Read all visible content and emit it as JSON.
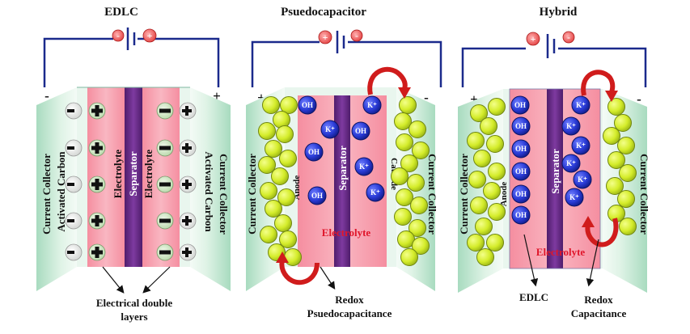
{
  "colors": {
    "wire": "#1b2a8c",
    "collector": "#c9ebd6",
    "electrolyte": "#f7a8b5",
    "separator": "#6b2a8a",
    "sphere": "#d4ec2a",
    "ion": "#2a3bd6",
    "arrow": "#d01c1c"
  },
  "panels": [
    {
      "title": "EDLC",
      "terminal_left": "-",
      "terminal_right": "+",
      "battery": [
        "-",
        "+"
      ],
      "left_collector": "Current Collector",
      "right_collector": "Current Collector",
      "left_electrode": "Activated Carbon",
      "right_electrode": "Activated Carbon",
      "left_electrolyte": "Electrolyte",
      "separator": "Separator",
      "right_electrolyte": "Electrolyte",
      "caption_lines": [
        "Electrical double",
        "layers"
      ]
    },
    {
      "title": "Psuedocapacitor",
      "terminal_left": "+",
      "terminal_right": "-",
      "battery": [
        "+",
        "-"
      ],
      "left_collector": "Current Collector",
      "right_collector": "Current Collector",
      "anode": "Anode",
      "cathode": "Cathode",
      "separator": "Separator",
      "electrolyte": "Electrolyte",
      "ion_oh": "OH",
      "ion_k": "K⁺",
      "caption_lines": [
        "Redox",
        "Psuedocapacitance"
      ]
    },
    {
      "title": "Hybrid",
      "terminal_left": "+",
      "terminal_right": "-",
      "battery": [
        "+",
        "-"
      ],
      "left_collector": "Current Collector",
      "right_collector": "Current Collector",
      "anode": "Anode",
      "separator": "Separator",
      "electrolyte": "Electrolyte",
      "ion_oh": "OH",
      "ion_k": "K⁺",
      "caption_left": "EDLC",
      "caption_right_lines": [
        "Redox",
        "Capacitance"
      ]
    }
  ]
}
